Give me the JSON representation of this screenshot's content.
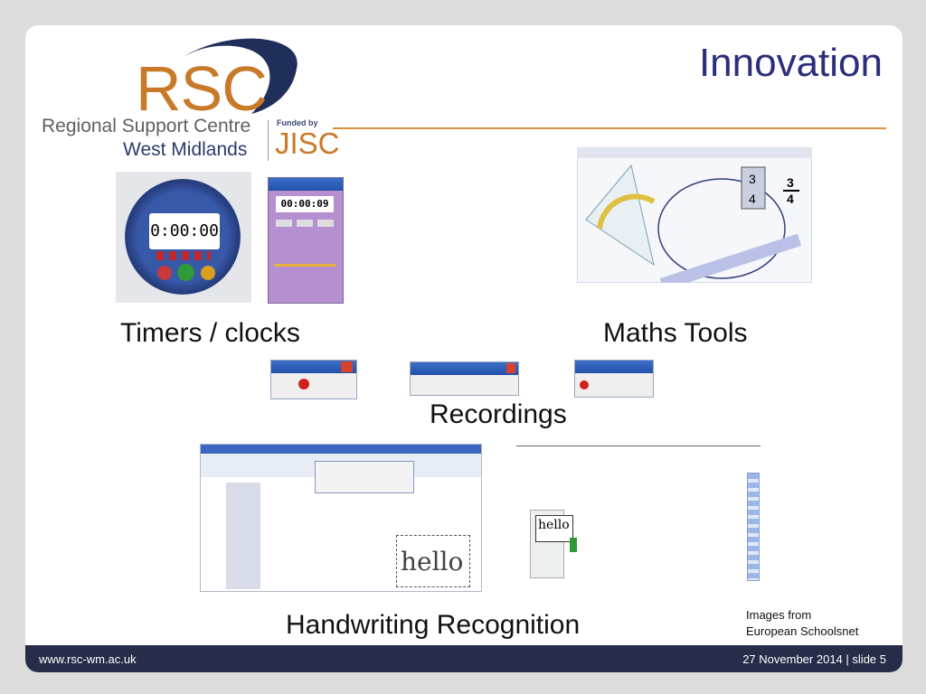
{
  "slide": {
    "title": "Innovation",
    "logo": {
      "rsc": "RSC",
      "line1": "Regional Support Centre",
      "line2": "West Midlands",
      "funded_by": "Funded by",
      "jisc": "JISC"
    },
    "captions": {
      "timers": "Timers / clocks",
      "maths": "Maths Tools",
      "recordings": "Recordings",
      "handwriting": "Handwriting Recognition"
    },
    "image_credit": {
      "line1": "Images from",
      "line2": "European Schoolsnet"
    },
    "timer": {
      "clock": "0:00:00",
      "widget": "00:00:09"
    },
    "maths_numbers": {
      "top": "3",
      "bottom": "4"
    },
    "handwriting_word": "hello",
    "footer": {
      "url": "www.rsc-wm.ac.uk",
      "date": "27 November 2014",
      "separator": "|",
      "slide": "slide 5"
    },
    "colors": {
      "accent": "#c97a28",
      "title": "#2b2e7a",
      "footer_bg": "#252d48",
      "rule": "#d9923d"
    }
  }
}
